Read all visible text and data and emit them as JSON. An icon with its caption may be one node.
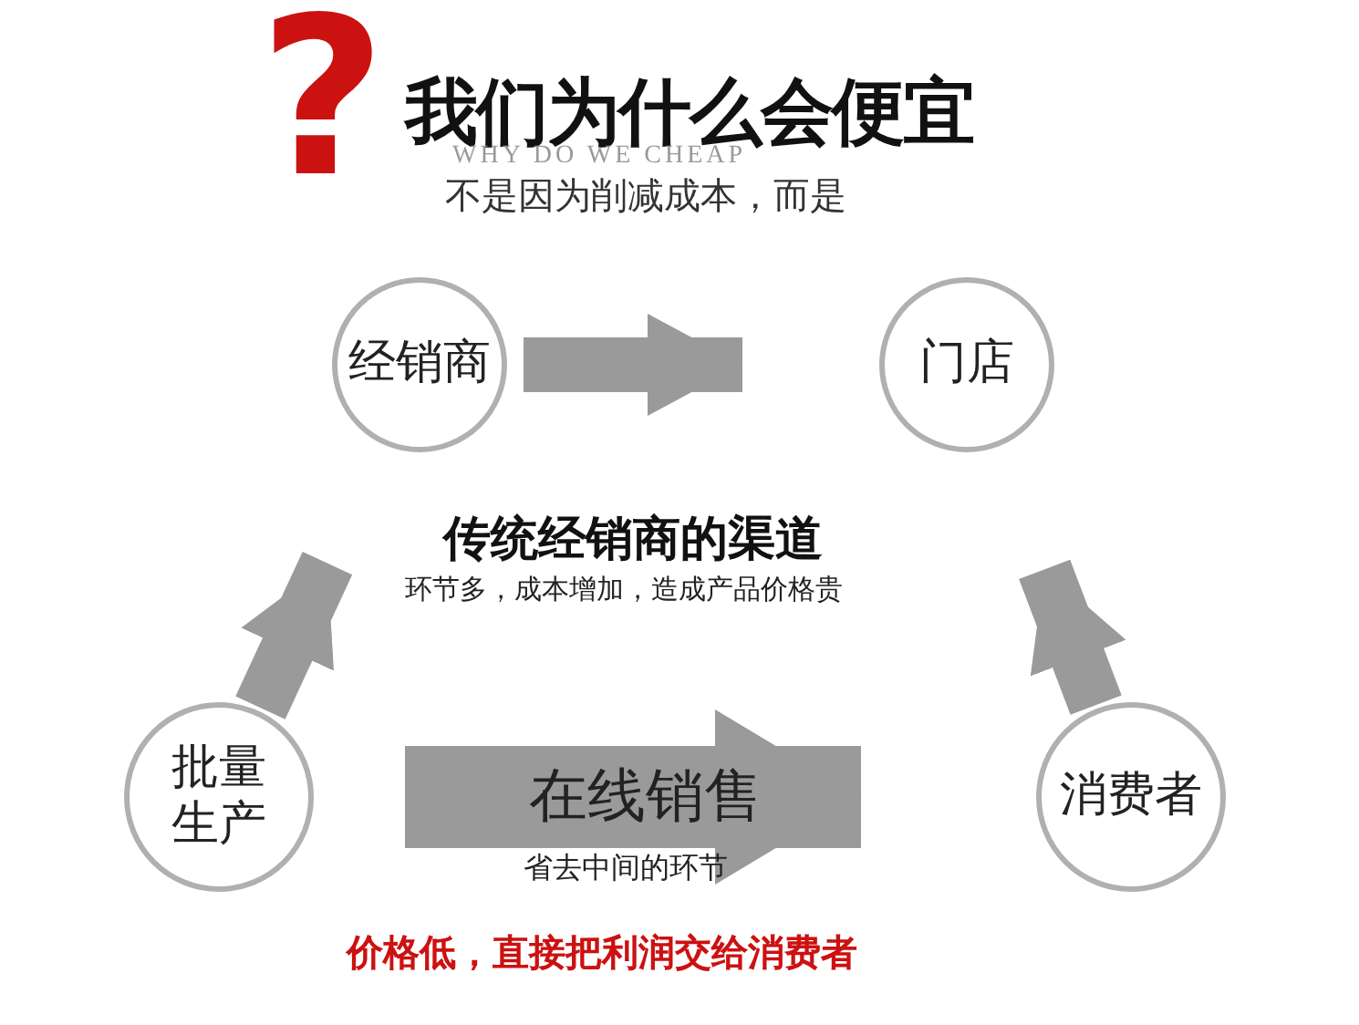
{
  "diagram": {
    "title": "我们为什么会便宜",
    "nodes": [
      {
        "text": [
          "经销商"
        ]
      },
      {
        "text": [
          "门店"
        ]
      },
      {
        "text": [
          "批量生产"
        ]
      },
      {
        "text": [
          "消费者"
        ]
      }
    ],
    "edges": [
      {
        "from": 0,
        "to": 1,
        "arrow": "to"
      },
      {
        "from": 2,
        "to": 0,
        "arrow": "to"
      },
      {
        "from": 3,
        "to": 1,
        "arrow": "to"
      },
      {
        "from": 2,
        "to": 3,
        "arrow": "to",
        "label": "在线销售",
        "style": "thick"
      }
    ],
    "labels": [
      "?",
      "WHY DO WE CHEAP",
      "不是因为削减成本，而是",
      "传统经销商的渠道",
      "环节多，成本增加，造成产品价格贵",
      "省去中间的环节",
      "价格低，直接把利润交给消费者"
    ]
  }
}
